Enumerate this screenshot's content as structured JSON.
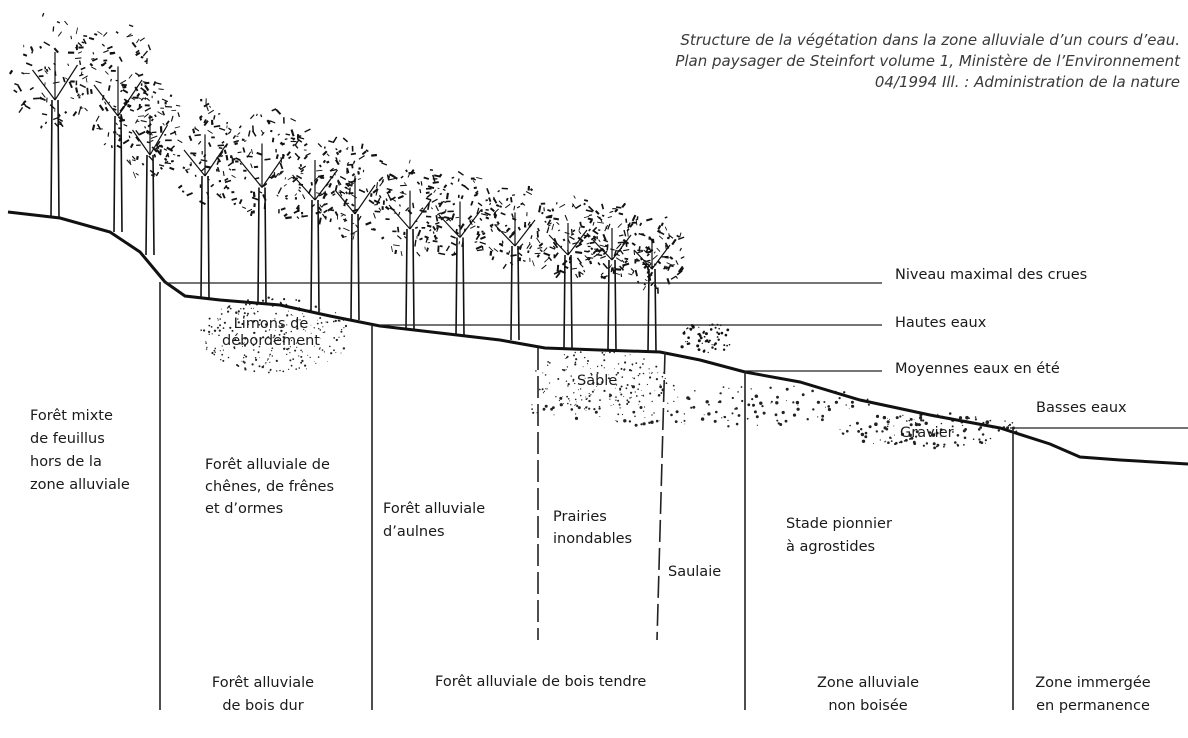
{
  "caption": {
    "line1": "Structure de la végétation dans la zone alluviale d’un cours d’eau.",
    "line2": "Plan paysager de Steinfort volume 1, Ministère de l’Environnement",
    "line3": "04/1994 Ill. : Administration de la nature"
  },
  "water_levels": {
    "max_flood": "Niveau maximal des crues",
    "high": "Hautes eaux",
    "summer_medium": "Moyennes eaux en été",
    "low": "Basses eaux"
  },
  "soil": {
    "silt_line1": "Limons de",
    "silt_line2": "débordement",
    "sand": "Sable",
    "gravel": "Gravier"
  },
  "vegetation": {
    "mixed_forest": [
      "Forêt mixte",
      "de feuillus",
      "hors de la",
      "zone alluviale"
    ],
    "oak_ash_elm": [
      "Forêt alluviale de",
      "chênes, de frênes",
      "et d’ormes"
    ],
    "alder": [
      "Forêt alluviale",
      "d’aulnes"
    ],
    "wet_meadows": [
      "Prairies",
      "inondables"
    ],
    "willow": "Saulaie",
    "pioneer": [
      "Stade pionnier",
      "à agrostides"
    ]
  },
  "zones": {
    "hardwood": [
      "Forêt alluviale",
      "de bois dur"
    ],
    "softwood": "Forêt alluviale de bois tendre",
    "non_wooded": [
      "Zone alluviale",
      "non boisée"
    ],
    "submerged": [
      "Zone immergée",
      "en permanence"
    ]
  }
}
